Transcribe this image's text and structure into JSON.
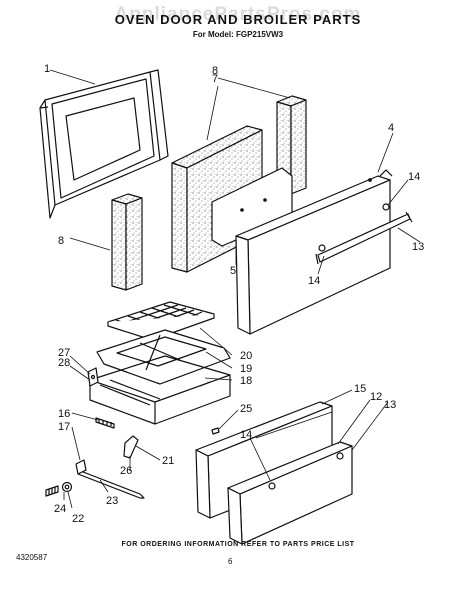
{
  "header": {
    "title": "OVEN DOOR AND BROILER PARTS",
    "model": "For Model: FGP215VW3",
    "watermark": "AppliancePartsPros.com"
  },
  "callouts": [
    "1",
    "8",
    "7",
    "8",
    "4",
    "14",
    "13",
    "14",
    "5",
    "20",
    "19",
    "18",
    "27",
    "28",
    "16",
    "17",
    "25",
    "15",
    "12",
    "13",
    "14",
    "21",
    "26",
    "23",
    "24",
    "22"
  ],
  "footer": {
    "ordering_note": "FOR ORDERING INFORMATION REFER TO PARTS PRICE LIST",
    "doc_number": "4320587",
    "page_number": "6"
  }
}
